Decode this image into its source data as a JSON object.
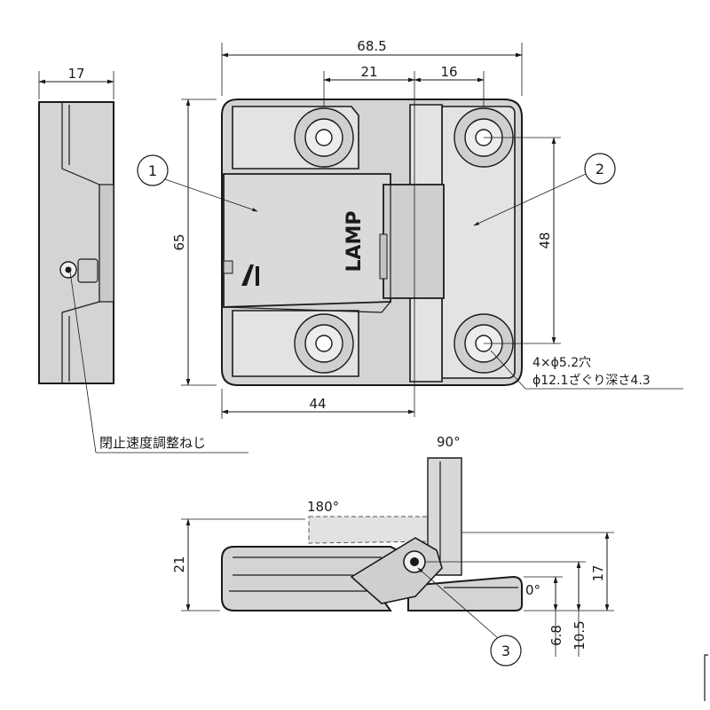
{
  "dimensions": {
    "side_width": "17",
    "total_width": "68.5",
    "hole_left_offset": "21",
    "hole_right_offset": "16",
    "height": "65",
    "hole_pitch_vertical": "48",
    "left_leaf_width": "44",
    "closed_height": "21",
    "leaf_thickness_low": "6.8",
    "leaf_thickness_high": "10.5",
    "open_height": "17"
  },
  "callouts": {
    "part_1": "1",
    "part_2": "2",
    "part_3": "3"
  },
  "notes": {
    "hole_spec_line1": "4×ϕ5.2穴",
    "hole_spec_line2": "ϕ12.1ざぐり深さ4.3",
    "screw_label": "閉止速度調整ねじ"
  },
  "angles": {
    "open_90": "90°",
    "open_180": "180°",
    "closed_0": "0°"
  },
  "brand": "LAMP"
}
